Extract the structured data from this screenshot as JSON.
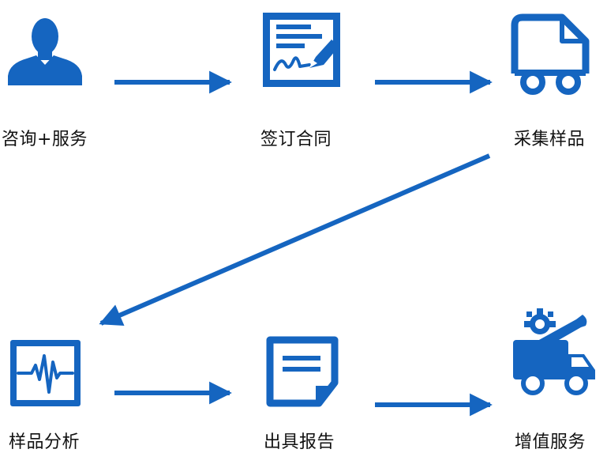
{
  "colors": {
    "accent": "#1565c0"
  },
  "steps": [
    {
      "label": "咨询+服务",
      "icon": "person-icon"
    },
    {
      "label": "签订合同",
      "icon": "contract-signature-icon"
    },
    {
      "label": "采集样品",
      "icon": "delivery-truck-icon"
    },
    {
      "label": "样品分析",
      "icon": "waveform-monitor-icon"
    },
    {
      "label": "出具报告",
      "icon": "report-document-icon"
    },
    {
      "label": "增值服务",
      "icon": "service-truck-gear-icon"
    }
  ]
}
